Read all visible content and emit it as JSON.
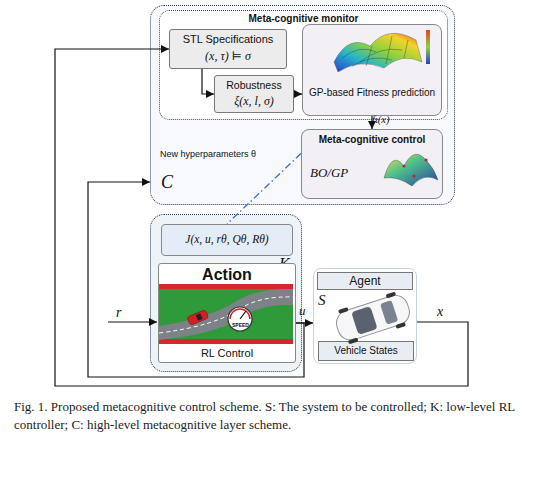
{
  "diagram": {
    "caption": "Fig. 1. Proposed metacognitive control scheme. S: The system to be controlled; K: low-level RL controller; C: high-level metacognitive layer scheme.",
    "nodes": [
      {
        "text": [
          "C"
        ]
      },
      {
        "text": [
          "Meta-cognitive monitor"
        ],
        "in": 0
      },
      {
        "text": [
          "STL Specifications",
          "(x, τ) ⊨ σ"
        ],
        "in": 1
      },
      {
        "text": [
          "Robustness",
          "ξ(x, l, σ)"
        ],
        "in": 1
      },
      {
        "text": [
          "GP-based Fitness prediction"
        ],
        "in": 1
      },
      {
        "text": [
          "Meta-cognitive control",
          "BO/GP"
        ],
        "in": 0
      },
      {
        "text": [
          "K"
        ]
      },
      {
        "text": [
          "J(x, u, rθ, Qθ, Rθ)"
        ],
        "in": 6
      },
      {
        "text": [
          "Action",
          "RL Control"
        ],
        "in": 6
      },
      {
        "text": [
          "Agent"
        ]
      },
      {
        "text": [
          "Vehicle States"
        ],
        "in": 9
      }
    ],
    "edges": [
      {
        "from": 2,
        "to": 3,
        "arrow": "to"
      },
      {
        "from": 3,
        "to": 4,
        "arrow": "to"
      },
      {
        "from": 4,
        "to": 5,
        "arrow": "to",
        "label": "fι(x)"
      },
      {
        "from": 5,
        "to": 7,
        "arrow": "none",
        "label": "New hyperparameters θ"
      },
      {
        "from": 8,
        "to": 9,
        "arrow": "to",
        "label": "u"
      },
      {
        "from": 9,
        "to": 2,
        "arrow": "to",
        "label": "x"
      },
      {
        "from": 8,
        "to": 0,
        "arrow": "to"
      }
    ],
    "labels": [
      "r",
      "SPEED",
      "S"
    ]
  }
}
